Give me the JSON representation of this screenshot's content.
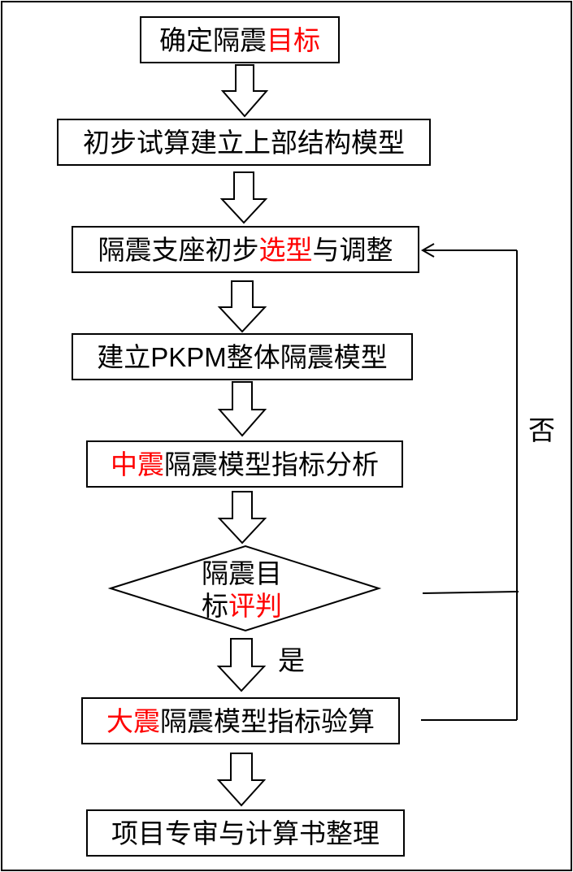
{
  "steps": {
    "s1": {
      "plain": "确定隔震",
      "red": "目标"
    },
    "s2": {
      "plain": "初步试算建立上部结构模型"
    },
    "s3": {
      "plain_a": "隔震支座初步",
      "red": "选型",
      "plain_b": "与调整"
    },
    "s4": {
      "plain": "建立PKPM整体隔震模型"
    },
    "s5": {
      "red": "中震",
      "plain": "隔震模型指标分析"
    },
    "decision": {
      "line1": "隔震目",
      "line2_plain": "标",
      "line2_red": "评判"
    },
    "s7": {
      "red": "大震",
      "plain": "隔震模型指标验算"
    },
    "s8": {
      "plain": "项目专审与计算书整理"
    }
  },
  "labels": {
    "yes": "是",
    "no": "否"
  },
  "colors": {
    "text": "#000000",
    "highlight": "#ff0000",
    "background": "#ffffff"
  }
}
